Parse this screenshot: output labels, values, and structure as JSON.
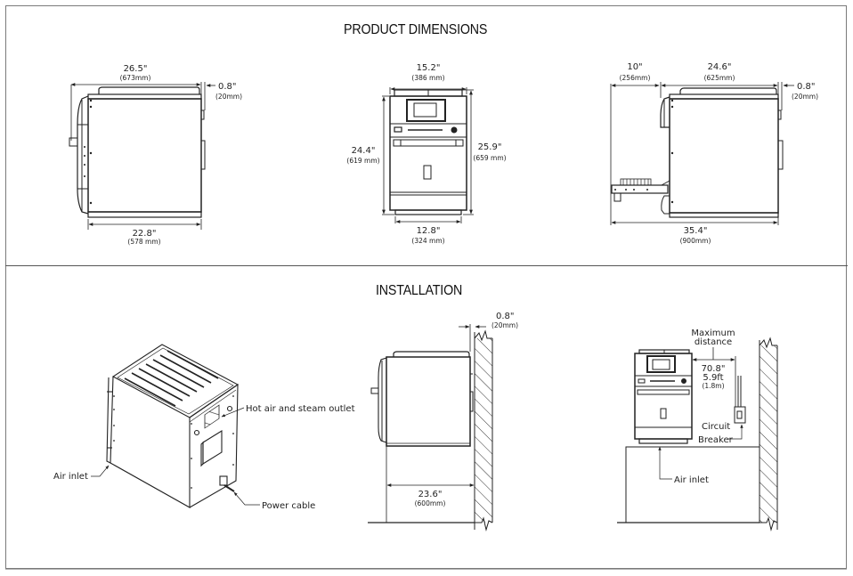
{
  "sections": {
    "product_dimensions": {
      "title": "PRODUCT DIMENSIONS",
      "side_view": {
        "overall_depth": {
          "in": "26.5\"",
          "mm": "(673mm)"
        },
        "rear_clearance": {
          "in": "0.8\"",
          "mm": "(20mm)"
        },
        "body_depth": {
          "in": "22.8\"",
          "mm": "(578 mm)"
        }
      },
      "front_view": {
        "width": {
          "in": "15.2\"",
          "mm": "(386 mm)"
        },
        "height_body": {
          "in": "24.4\"",
          "mm": "(619 mm)"
        },
        "height_total": {
          "in": "25.9\"",
          "mm": "(659 mm)"
        },
        "base_width": {
          "in": "12.8\"",
          "mm": "(324 mm)"
        }
      },
      "side_view_door_open": {
        "door_projection": {
          "in": "10\"",
          "mm": "(256mm)"
        },
        "body_depth": {
          "in": "24.6\"",
          "mm": "(625mm)"
        },
        "rear_clearance": {
          "in": "0.8\"",
          "mm": "(20mm)"
        },
        "total_depth": {
          "in": "35.4\"",
          "mm": "(900mm)"
        }
      }
    },
    "installation": {
      "title": "INSTALLATION",
      "iso_view": {
        "labels": {
          "hot_air_outlet": "Hot air and steam outlet",
          "air_inlet": "Air inlet",
          "power_cable": "Power cable"
        }
      },
      "wall_view": {
        "wall_clearance": {
          "in": "0.8\"",
          "mm": "(20mm)"
        },
        "counter_depth": {
          "in": "23.6\"",
          "mm": "(600mm)"
        }
      },
      "breaker_view": {
        "max_distance_line1": "Maximum",
        "max_distance_line2": "distance",
        "distance_in": "70.8\"",
        "distance_ft": "5.9ft",
        "distance_m": "(1.8m)",
        "breaker_line1": "Circuit",
        "breaker_line2": "Breaker",
        "air_inlet": "Air inlet"
      }
    }
  }
}
